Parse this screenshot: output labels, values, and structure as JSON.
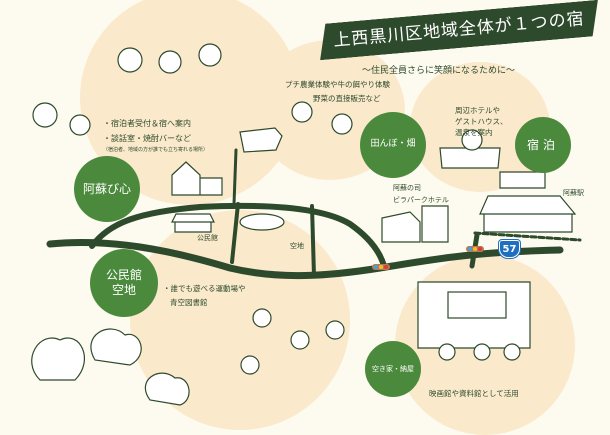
{
  "title": "上西黒川区地域全体が１つの宿",
  "subtitle": "〜住民全員さらに笑顔になるために〜",
  "zones": {
    "asobigokoro": {
      "label": "阿蘇び心",
      "line1": "・宿泊者受付＆宿へ案内",
      "line2": "・談話室・焼酎バーなど",
      "note": "（宿泊者、地域の方が誰でも立ち寄れる場所）"
    },
    "fields": {
      "label": "田んぼ・畑",
      "line1": "プチ農業体験や牛の餌やり体験",
      "line2": "野菜の直接販売など"
    },
    "lodging": {
      "label": "宿泊",
      "line1": "周辺ホテルや",
      "line2": "ゲストハウス、",
      "line3": "温泉を案内"
    },
    "hall": {
      "label_line1": "公民館",
      "label_line2": "空地",
      "line1": "・誰でも遊べる運動場や",
      "line2": "青空図書館"
    },
    "vacant": {
      "label": "空き家・納屋",
      "line1": "映画館や資料館として活用"
    }
  },
  "map_labels": {
    "hotel_line1": "阿蘇の司",
    "hotel_line2": "ビラパークホテル",
    "station": "阿蘇駅",
    "community_hall": "公民館",
    "open_lot": "空地",
    "route": "57"
  },
  "colors": {
    "background": "#fdfbef",
    "peach": "#fbe9cc",
    "green": "#4b8a3d",
    "dark_green": "#2e4a2c",
    "route_blue": "#1f6fc1"
  }
}
